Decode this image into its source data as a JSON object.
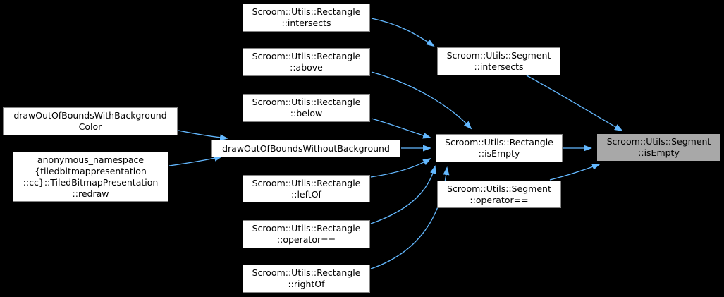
{
  "colors": {
    "background": "#000000",
    "edge": "#63b8ff",
    "node_fill": "#ffffff",
    "node_border": "#848484",
    "node_text": "#000000",
    "highlight_fill": "#a8a8a8",
    "highlight_border": "#000000"
  },
  "diagram_type": "call-graph",
  "nodes": {
    "draw_with_bg": {
      "lines": [
        "drawOutOfBoundsWithBackground",
        "Color"
      ]
    },
    "redraw": {
      "lines": [
        "anonymous_namespace",
        "{tiledbitmappresentation",
        "::cc}::TiledBitmapPresentation",
        "::redraw"
      ]
    },
    "draw_without_bg": {
      "lines": [
        "drawOutOfBoundsWithoutBackground"
      ]
    },
    "rect_intersects": {
      "lines": [
        "Scroom::Utils::Rectangle",
        "::intersects"
      ]
    },
    "rect_above": {
      "lines": [
        "Scroom::Utils::Rectangle",
        "::above"
      ]
    },
    "rect_below": {
      "lines": [
        "Scroom::Utils::Rectangle",
        "::below"
      ]
    },
    "rect_leftof": {
      "lines": [
        "Scroom::Utils::Rectangle",
        "::leftOf"
      ]
    },
    "rect_opeq": {
      "lines": [
        "Scroom::Utils::Rectangle",
        "::operator=="
      ]
    },
    "rect_rightof": {
      "lines": [
        "Scroom::Utils::Rectangle",
        "::rightOf"
      ]
    },
    "seg_intersects": {
      "lines": [
        "Scroom::Utils::Segment",
        "::intersects"
      ]
    },
    "rect_isempty": {
      "lines": [
        "Scroom::Utils::Rectangle",
        "::isEmpty"
      ]
    },
    "seg_opeq": {
      "lines": [
        "Scroom::Utils::Segment",
        "::operator=="
      ]
    },
    "seg_isempty": {
      "lines": [
        "Scroom::Utils::Segment",
        "::isEmpty"
      ]
    }
  }
}
